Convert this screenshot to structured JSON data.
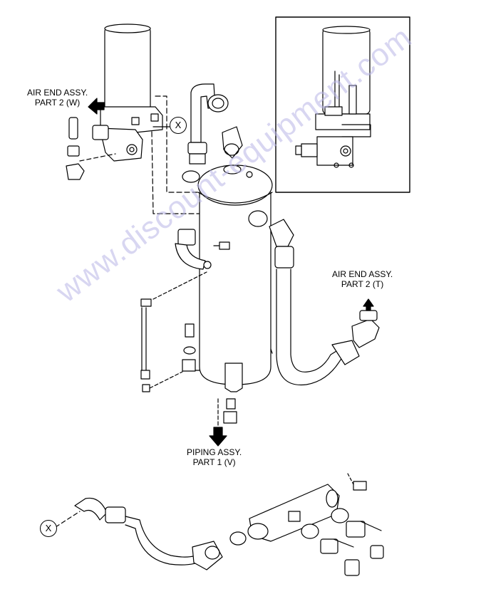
{
  "labels": {
    "air_end_w_line1": "AIR END ASSY.",
    "air_end_w_line2": "PART 2 (W)",
    "air_end_t_line1": "AIR END ASSY.",
    "air_end_t_line2": "PART 2 (T)",
    "piping_line1": "PIPING ASSY.",
    "piping_line2": "PART 1 (V)",
    "callout_x": "X"
  },
  "watermark": "www.discount-equipment.com",
  "colors": {
    "line": "#000000",
    "watermark": "#b9b6e6",
    "background": "#ffffff"
  }
}
